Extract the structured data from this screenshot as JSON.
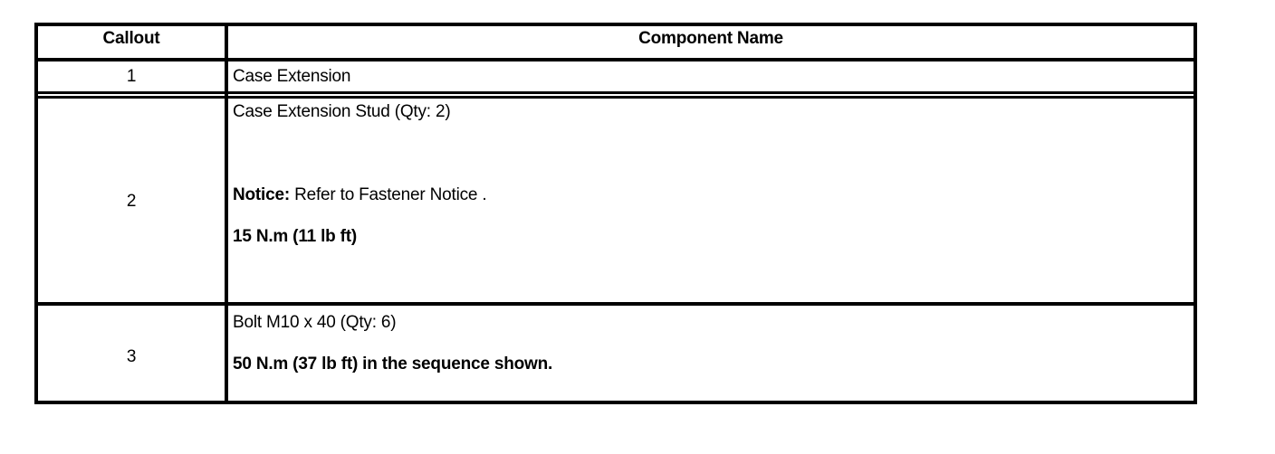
{
  "table": {
    "headers": {
      "callout": "Callout",
      "component_name": "Component Name"
    },
    "rows": [
      {
        "callout": "1",
        "lines": [
          {
            "text": "Case Extension",
            "bold": false
          }
        ]
      },
      {
        "callout": "2",
        "lines": [
          {
            "text": "Case Extension Stud (Qty: 2)",
            "bold": false
          },
          {
            "text": "Notice:",
            "bold": true,
            "suffix": " Refer to Fastener Notice ."
          },
          {
            "text": "15 N.m (11 lb ft)",
            "bold": true
          }
        ],
        "notice_label": "Notice:",
        "notice_body": " Refer to Fastener Notice .",
        "torque": "15 N.m (11 lb ft)",
        "part": "Case Extension Stud (Qty: 2)"
      },
      {
        "callout": "3",
        "part": "Bolt M10 x 40 (Qty: 6)",
        "torque": "50 N.m (37 lb ft) in the sequence shown."
      }
    ]
  },
  "colors": {
    "border": "#000000",
    "text": "#000000",
    "background": "#ffffff"
  }
}
